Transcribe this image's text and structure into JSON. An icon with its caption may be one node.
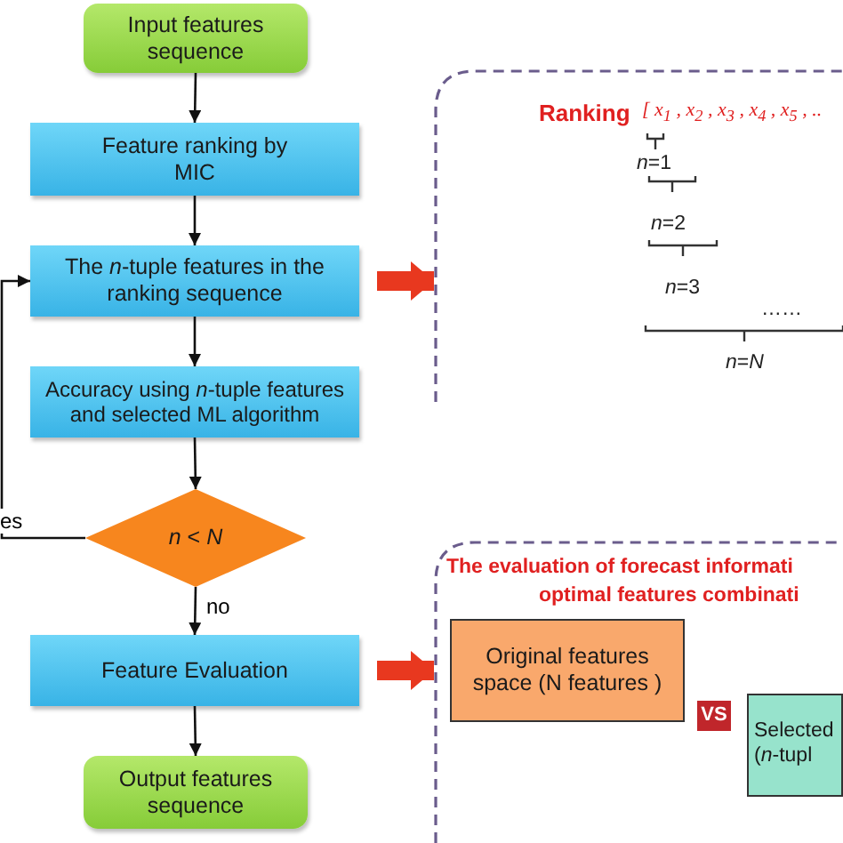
{
  "diagram": {
    "nodes": [
      {
        "text": [
          "Input features sequence"
        ]
      },
      {
        "text": [
          "Feature ranking by MIC"
        ]
      },
      {
        "text": [
          "The *n*-tuple features in the ranking sequence"
        ]
      },
      {
        "text": [
          "Accuracy using *n*-tuple features and selected ML algorithm"
        ]
      },
      {
        "text": [
          "*n* < *N*"
        ]
      },
      {
        "text": [
          "Feature Evaluation"
        ]
      },
      {
        "text": [
          "Output features sequence"
        ]
      },
      {
        "text": [],
        "shape": "box"
      },
      {
        "text": [
          "The evaluation of forecast informati",
          "optimal features combinati"
        ]
      },
      {
        "text": [
          "Original features space (N features )"
        ],
        "in": 8
      },
      {
        "text": [
          "VS"
        ],
        "in": 8
      },
      {
        "text": [
          "Selected (*n*-tupl"
        ],
        "in": 8
      }
    ],
    "edges": [
      {
        "from": 0,
        "to": 1,
        "arrow": "to"
      },
      {
        "from": 1,
        "to": 2,
        "arrow": "to"
      },
      {
        "from": 2,
        "to": 3,
        "arrow": "to"
      },
      {
        "from": 3,
        "to": 4,
        "arrow": "to"
      },
      {
        "from": 4,
        "to": 5,
        "arrow": "to",
        "label": "no"
      },
      {
        "from": 5,
        "to": 6,
        "arrow": "to"
      },
      {
        "from": 4,
        "to": 2,
        "arrow": "to",
        "label": "es"
      },
      {
        "from": 2,
        "to": 7,
        "arrow": "to",
        "style": "thick",
        "color": "#e8381f"
      },
      {
        "from": 5,
        "to": 8,
        "arrow": "to",
        "style": "thick",
        "color": "#e8381f"
      }
    ],
    "labels": [
      "Ranking",
      "[ *x*$_{1}$ , *x*$_{2}$ , *x*$_{3}$ , *x*$_{4}$ , *x*$_{5}$ , ..",
      "*n*=1",
      "*n*=2",
      "*n*=3",
      "……",
      "*n*=*N*"
    ]
  }
}
